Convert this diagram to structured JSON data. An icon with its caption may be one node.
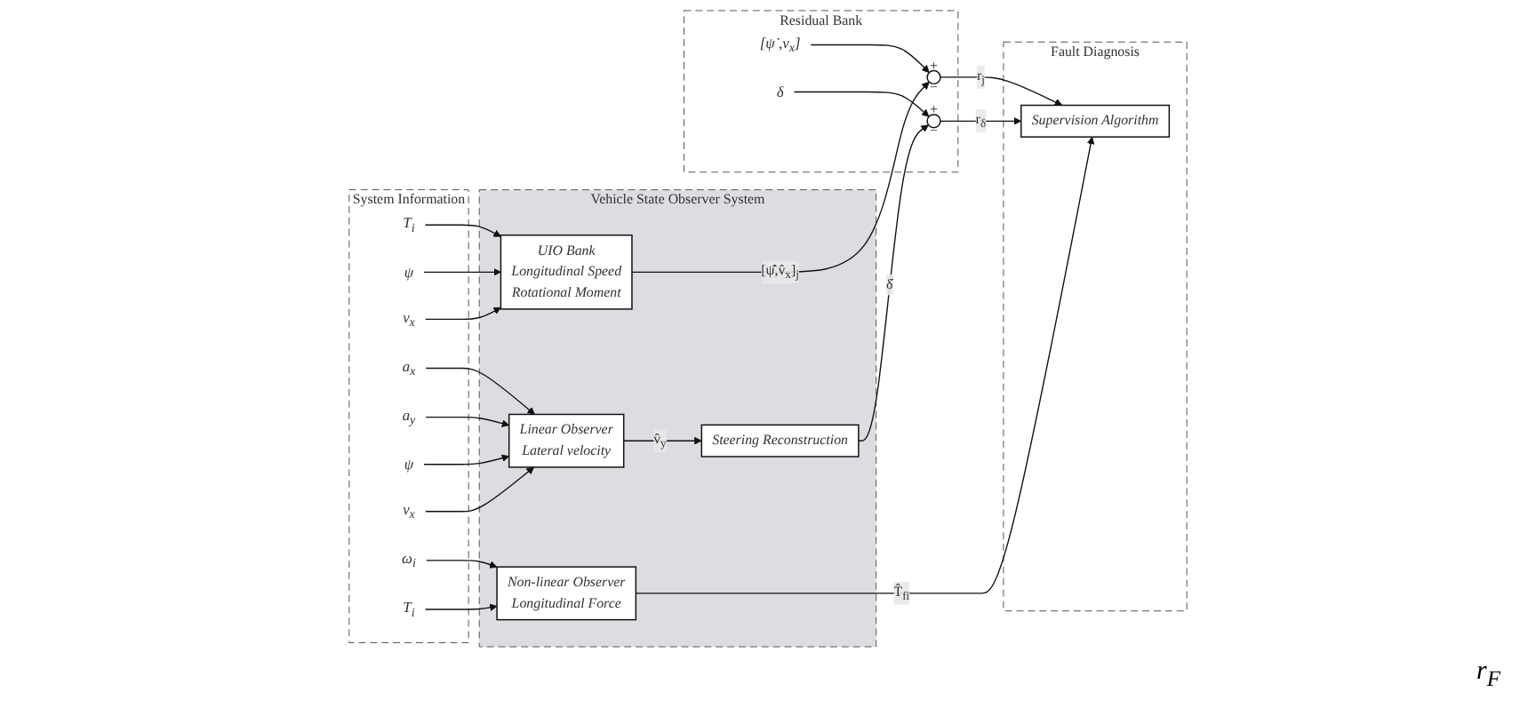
{
  "diagram": {
    "nodes": [
      {
        "text": [
          "System Information"
        ]
      },
      {
        "text": [
          "T$_{i}$"
        ],
        "in": 0
      },
      {
        "text": [
          "ψ̇"
        ],
        "in": 0
      },
      {
        "text": [
          "v$_{x}$"
        ],
        "in": 0
      },
      {
        "text": [
          "a$_{x}$"
        ],
        "in": 0
      },
      {
        "text": [
          "a$_{y}$"
        ],
        "in": 0
      },
      {
        "text": [
          "ψ̇"
        ],
        "in": 0
      },
      {
        "text": [
          "v$_{x}$"
        ],
        "in": 0
      },
      {
        "text": [
          "ω$_{i}$"
        ],
        "in": 0
      },
      {
        "text": [
          "T$_{i}$"
        ],
        "in": 0
      },
      {
        "text": [
          "Vehicle State Observer System"
        ]
      },
      {
        "text": [
          "UIO Bank",
          "Longitudinal Speed",
          "Rotational Moment"
        ],
        "in": 10
      },
      {
        "text": [
          "Linear Observer",
          "Lateral velocity"
        ],
        "in": 10
      },
      {
        "text": [
          "Steering Reconstruction"
        ],
        "in": 10
      },
      {
        "text": [
          "Non-linear Observer",
          "Longitudinal Force"
        ],
        "in": 10
      },
      {
        "text": [
          "Residual Bank"
        ]
      },
      {
        "text": [
          "+",
          "−"
        ],
        "in": 15
      },
      {
        "text": [
          "[ψ̇ ,v$_{x}$]"
        ],
        "in": 15
      },
      {
        "text": [
          "+",
          "−"
        ],
        "in": 15
      },
      {
        "text": [
          "δ"
        ],
        "in": 15
      },
      {
        "text": [
          "Fault Diagnosis"
        ]
      },
      {
        "text": [
          "Supervision Algorithm"
        ],
        "in": 20
      }
    ],
    "edges": [
      {
        "from": 1,
        "to": 11,
        "arrow": "to"
      },
      {
        "from": 2,
        "to": 11,
        "arrow": "to"
      },
      {
        "from": 3,
        "to": 11,
        "arrow": "to"
      },
      {
        "from": 4,
        "to": 12,
        "arrow": "to"
      },
      {
        "from": 5,
        "to": 12,
        "arrow": "to"
      },
      {
        "from": 6,
        "to": 12,
        "arrow": "to"
      },
      {
        "from": 7,
        "to": 12,
        "arrow": "to"
      },
      {
        "from": 8,
        "to": 14,
        "arrow": "to"
      },
      {
        "from": 9,
        "to": 14,
        "arrow": "to"
      },
      {
        "from": 12,
        "to": 13,
        "arrow": "to",
        "label": "v̂$_{y}$"
      },
      {
        "from": 11,
        "to": 16,
        "arrow": "to",
        "label": "[ψ̂̇,v̂$_{x}$]$_{j}$"
      },
      {
        "from": 17,
        "to": 16,
        "arrow": "to"
      },
      {
        "from": 13,
        "to": 18,
        "arrow": "to",
        "label": "δ̂"
      },
      {
        "from": 19,
        "to": 18,
        "arrow": "to"
      },
      {
        "from": 16,
        "to": 21,
        "arrow": "to",
        "label": "r$_{j}$"
      },
      {
        "from": 18,
        "to": 21,
        "arrow": "to",
        "label": "r$_{δ}$"
      },
      {
        "from": 14,
        "to": 21,
        "arrow": "to",
        "label": "T̂$_{fi}$"
      }
    ],
    "labels": [
      "r$_{F}$"
    ]
  }
}
